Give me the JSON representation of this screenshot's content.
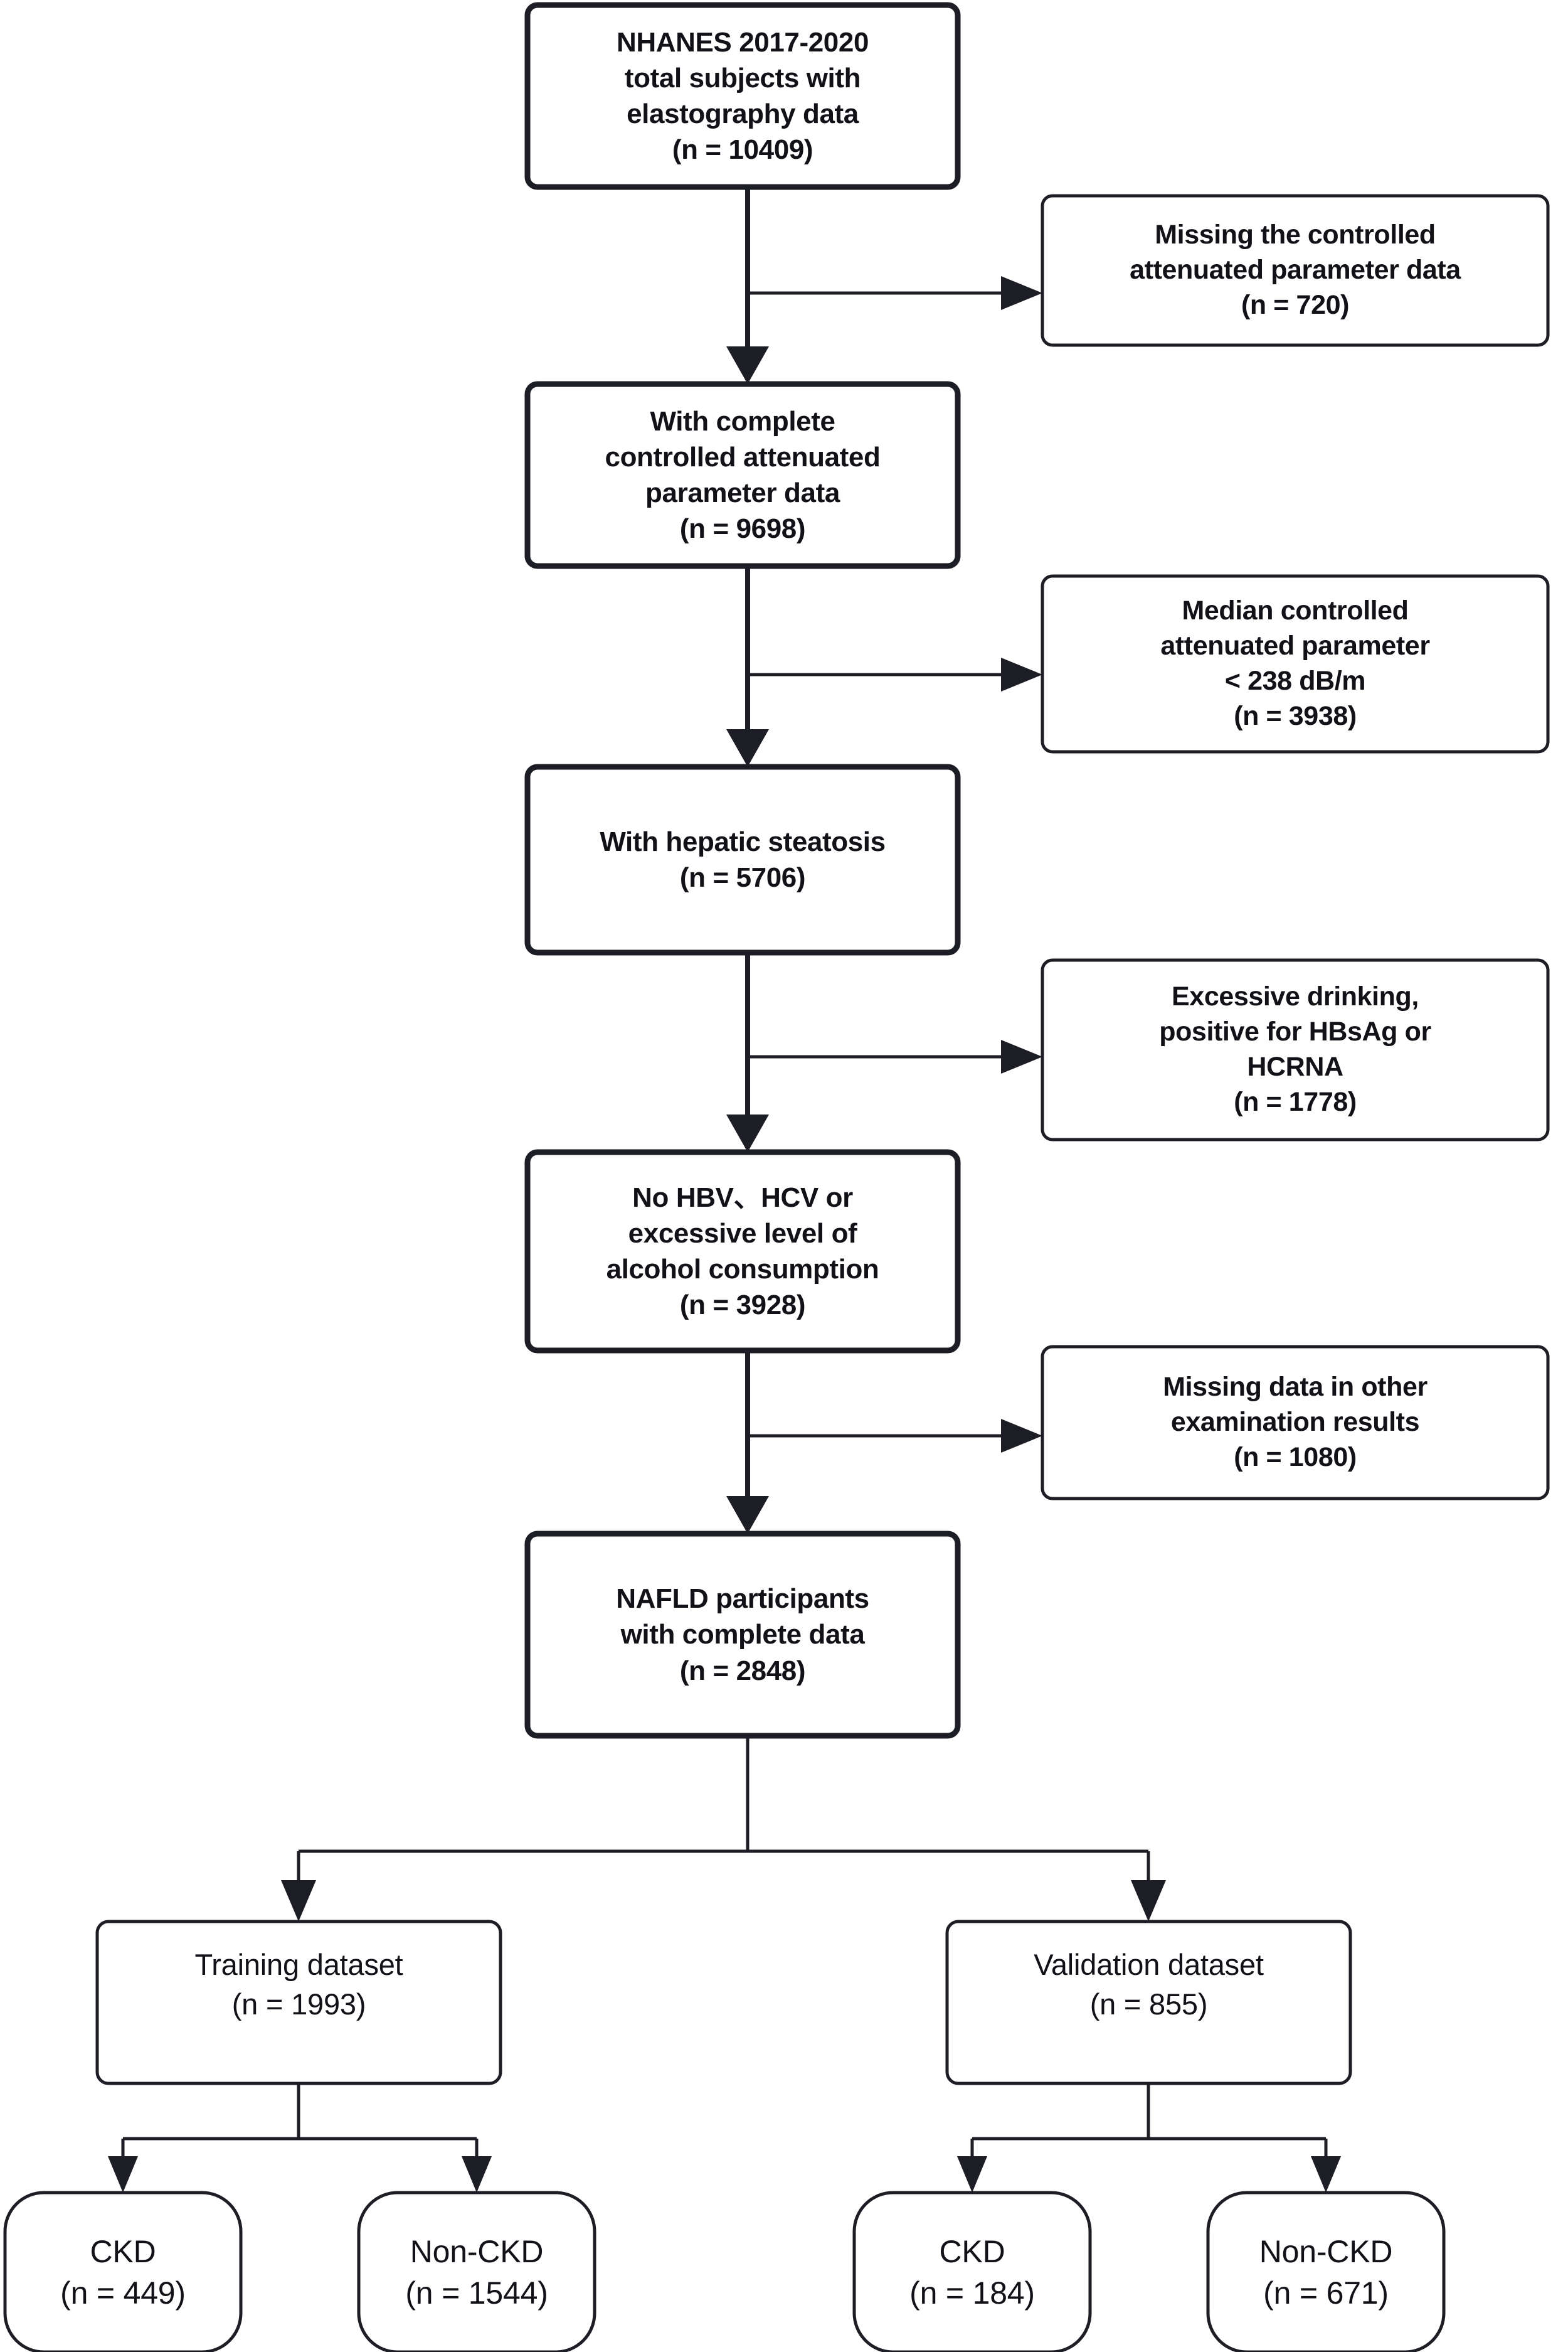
{
  "diagram": {
    "type": "flowchart",
    "title": "NAFLD participant selection flow diagram",
    "colors": {
      "stroke": "#1d1d26",
      "fill": "#ffffff",
      "text": "#111118"
    }
  },
  "main_nodes": [
    {
      "id": "total-subjects",
      "lines": [
        "NHANES 2017-2020",
        "total subjects with",
        "elastography data",
        "(n = 10409)"
      ],
      "count_label": "(n = 10409)",
      "count": 10409
    },
    {
      "id": "complete-cap",
      "lines": [
        "With complete",
        "controlled attenuated",
        "parameter data",
        "(n = 9698)"
      ],
      "count_label": "(n = 9698)",
      "count": 9698
    },
    {
      "id": "hepatic-steatosis",
      "lines": [
        "With hepatic steatosis",
        "(n = 5706)"
      ],
      "count_label": "(n = 5706)",
      "count": 5706
    },
    {
      "id": "no-hbv-hcv-alcohol",
      "lines": [
        "No HBV、HCV or",
        "excessive level of",
        "alcohol consumption",
        "(n = 3928)"
      ],
      "count_label": "(n = 3928)",
      "count": 3928
    },
    {
      "id": "nafld-complete",
      "lines": [
        "NAFLD participants",
        "with complete data",
        "(n = 2848)"
      ],
      "count_label": "(n = 2848)",
      "count": 2848
    }
  ],
  "exclusion_nodes": [
    {
      "id": "missing-cap",
      "lines": [
        "Missing the controlled",
        "attenuated parameter data",
        "(n = 720)"
      ],
      "count_label": "(n = 720)",
      "count": 720
    },
    {
      "id": "median-cap-below-238",
      "lines": [
        "Median controlled",
        "attenuated parameter",
        "< 238 dB/m",
        "(n = 3938)"
      ],
      "count_label": "(n = 3938)",
      "count": 3938
    },
    {
      "id": "drinking-hbsag-hcrna",
      "lines": [
        "Excessive drinking,",
        "positive for HBsAg or",
        "HCRNA",
        "(n = 1778)"
      ],
      "count_label": "(n = 1778)",
      "count": 1778
    },
    {
      "id": "missing-other-exams",
      "lines": [
        "Missing data in other",
        "examination results",
        "(n = 1080)"
      ],
      "count_label": "(n = 1080)",
      "count": 1080
    }
  ],
  "dataset_nodes": [
    {
      "id": "training-dataset",
      "lines": [
        "Training dataset",
        "(n = 1993)"
      ],
      "count_label": "(n = 1993)",
      "count": 1993
    },
    {
      "id": "validation-dataset",
      "lines": [
        "Validation dataset",
        "(n = 855)"
      ],
      "count_label": "(n = 855)",
      "count": 855
    }
  ],
  "leaf_nodes": [
    {
      "id": "training-ckd",
      "lines": [
        "CKD",
        "(n = 449)"
      ],
      "count_label": "(n = 449)",
      "count": 449,
      "parent": "training-dataset"
    },
    {
      "id": "training-non-ckd",
      "lines": [
        "Non-CKD",
        "(n = 1544)"
      ],
      "count_label": "(n = 1544)",
      "count": 1544,
      "parent": "training-dataset"
    },
    {
      "id": "validation-ckd",
      "lines": [
        "CKD",
        "(n = 184)"
      ],
      "count_label": "(n = 184)",
      "count": 184,
      "parent": "validation-dataset"
    },
    {
      "id": "validation-non-ckd",
      "lines": [
        "Non-CKD",
        "(n = 671)"
      ],
      "count_label": "(n = 671)",
      "count": 671,
      "parent": "validation-dataset"
    }
  ]
}
